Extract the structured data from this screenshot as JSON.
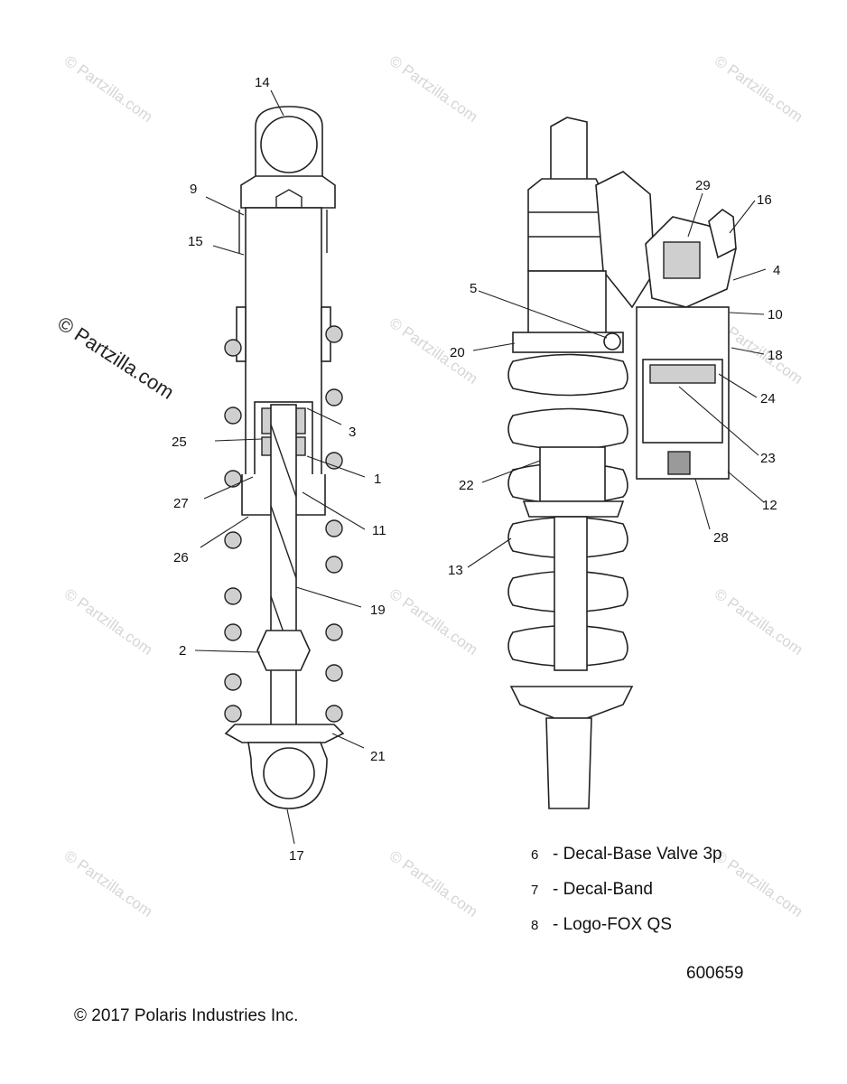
{
  "watermark": {
    "text": "© Partzilla.com",
    "large_text": "© Partzilla.com"
  },
  "callouts": {
    "c14": "14",
    "c9": "9",
    "c15": "15",
    "c3": "3",
    "c25": "25",
    "c1": "1",
    "c27": "27",
    "c11": "11",
    "c26": "26",
    "c19": "19",
    "c2": "2",
    "c21": "21",
    "c17": "17",
    "c29": "29",
    "c16": "16",
    "c4": "4",
    "c5": "5",
    "c10": "10",
    "c20": "20",
    "c18": "18",
    "c24": "24",
    "c23": "23",
    "c22": "22",
    "c12": "12",
    "c28": "28",
    "c13": "13"
  },
  "legend": [
    {
      "number": "6",
      "description": "- Decal-Base Valve 3p"
    },
    {
      "number": "7",
      "description": "- Decal-Band"
    },
    {
      "number": "8",
      "description": "- Logo-FOX QS"
    }
  ],
  "footer": {
    "copyright": "© 2017 Polaris Industries Inc.",
    "diagram_number": "600659"
  }
}
